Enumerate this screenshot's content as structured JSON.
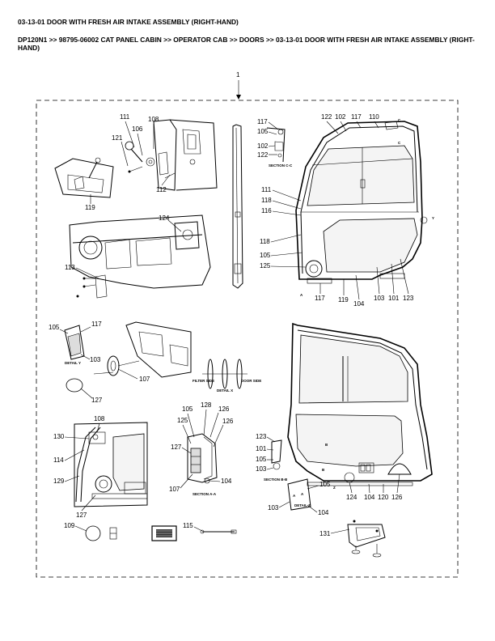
{
  "header": {
    "title": "03-13-01 DOOR WITH FRESH AIR INTAKE ASSEMBLY (RIGHT-HAND)",
    "breadcrumb": "DP120N1 >> 98795-06002 CAT PANEL CABIN >> OPERATOR CAB >> DOORS >> 03-13-01 DOOR WITH FRESH AIR INTAKE ASSEMBLY (RIGHT-HAND)"
  },
  "callouts": {
    "c1": "1",
    "c111a": "111",
    "c108a": "108",
    "c106": "106",
    "c121": "121",
    "c112": "112",
    "c119a": "119",
    "c117a": "117",
    "c105a": "105",
    "c102a": "102",
    "c122a": "122",
    "c122b": "122",
    "c102b": "102",
    "c117b": "117",
    "c110": "110",
    "c111b": "111",
    "c118a": "118",
    "c116": "116",
    "c118b": "118",
    "c105b": "105",
    "c125a": "125",
    "c117c": "117",
    "c119b": "119",
    "c104a": "104",
    "c103a": "103",
    "c101a": "101",
    "c123a": "123",
    "c124a": "124",
    "c113": "113",
    "c105c": "105",
    "c117d": "117",
    "c103b": "103",
    "c107a": "107",
    "c127a": "127",
    "c108b": "108",
    "c130": "130",
    "c114": "114",
    "c129": "129",
    "c127b": "127",
    "c105d": "105",
    "c128": "128",
    "c126a": "126",
    "c125b": "125",
    "c126b": "126",
    "c127c": "127",
    "c107b": "107",
    "c104b": "104",
    "c123b": "123",
    "c101b": "101",
    "c105e": "105",
    "c103c": "103",
    "c105f": "105",
    "c103d": "103",
    "c104c": "104",
    "c124b": "124",
    "c104d": "104",
    "c120": "120",
    "c126c": "126",
    "c109": "109",
    "c115": "115",
    "c131": "131"
  },
  "section_labels": {
    "section_cc": "SECTION C-C",
    "detail_y": "DETAIL Y",
    "filter_side": "FILTER SIDE",
    "detail_x": "DETAIL X",
    "door_side": "DOOR SIDE",
    "section_aa": "SECTION A-A",
    "section_bb": "SECTION B-B",
    "detail_z": "DETAIL Z"
  }
}
